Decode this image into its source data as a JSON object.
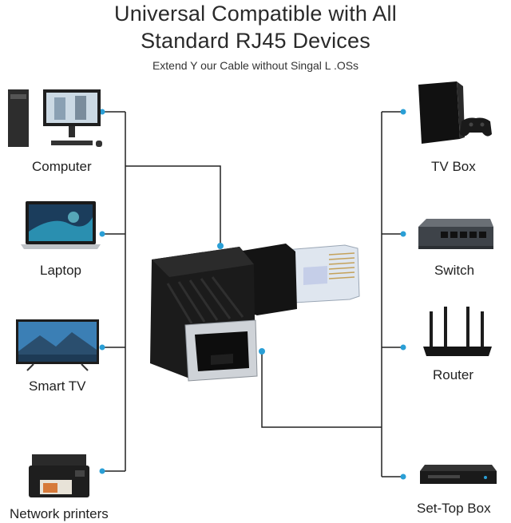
{
  "header": {
    "title_line1": "Universal Compatible with All",
    "title_line2": "Standard RJ45 Devices",
    "subtitle": "Extend Y our Cable without Singal L .OSs"
  },
  "left_devices": [
    {
      "label": "Computer",
      "icon": "desktop-computer-icon"
    },
    {
      "label": "Laptop",
      "icon": "laptop-icon"
    },
    {
      "label": "Smart TV",
      "icon": "smart-tv-icon"
    },
    {
      "label": "Network printers",
      "icon": "printer-icon"
    }
  ],
  "right_devices": [
    {
      "label": "TV Box",
      "icon": "game-console-icon"
    },
    {
      "label": "Switch",
      "icon": "network-switch-icon"
    },
    {
      "label": "Router",
      "icon": "wifi-router-icon"
    },
    {
      "label": "Set-Top Box",
      "icon": "set-top-box-icon"
    }
  ],
  "colors": {
    "line": "#222222",
    "dot": "#2a9fd6",
    "adapter": "#1b1b1b"
  }
}
